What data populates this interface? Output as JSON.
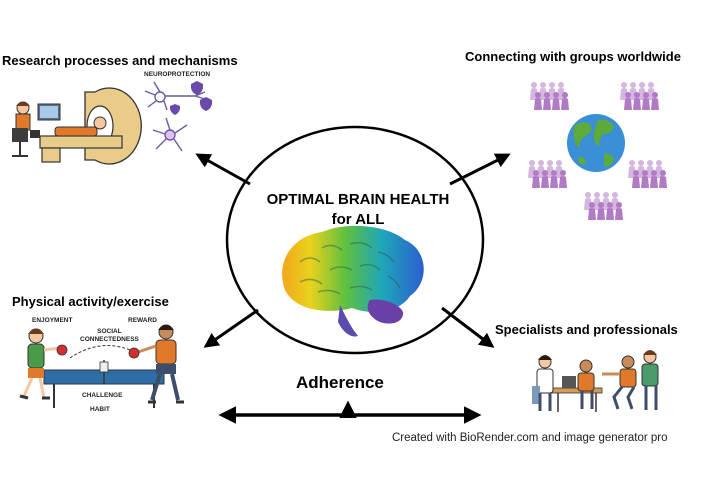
{
  "center": {
    "line1": "OPTIMAL BRAIN HEALTH",
    "line2": "for ALL"
  },
  "topics": {
    "research": "Research processes and mechanisms",
    "groups": "Connecting with groups worldwide",
    "physical": "Physical activity/exercise",
    "specialists": "Specialists and professionals"
  },
  "research_tags": {
    "neuroprotection": "NEUROPROTECTION"
  },
  "physical_tags": {
    "enjoyment": "ENJOYMENT",
    "reward": "REWARD",
    "social": "SOCIAL\nCONNECTEDNESS",
    "challenge": "CHALLENGE",
    "habit": "HABIT"
  },
  "adherence": "Adherence",
  "credit": "Created with BioRender.com and image generator pro",
  "colors": {
    "brain": [
      "#2b6fd6",
      "#1fa7b8",
      "#3fb24f",
      "#b4d633",
      "#f2c21b",
      "#f08a1f",
      "#7a3fb0"
    ],
    "people": "#b07ac4",
    "globe_ocean": "#3a8fd6",
    "globe_land": "#5cab3c"
  }
}
